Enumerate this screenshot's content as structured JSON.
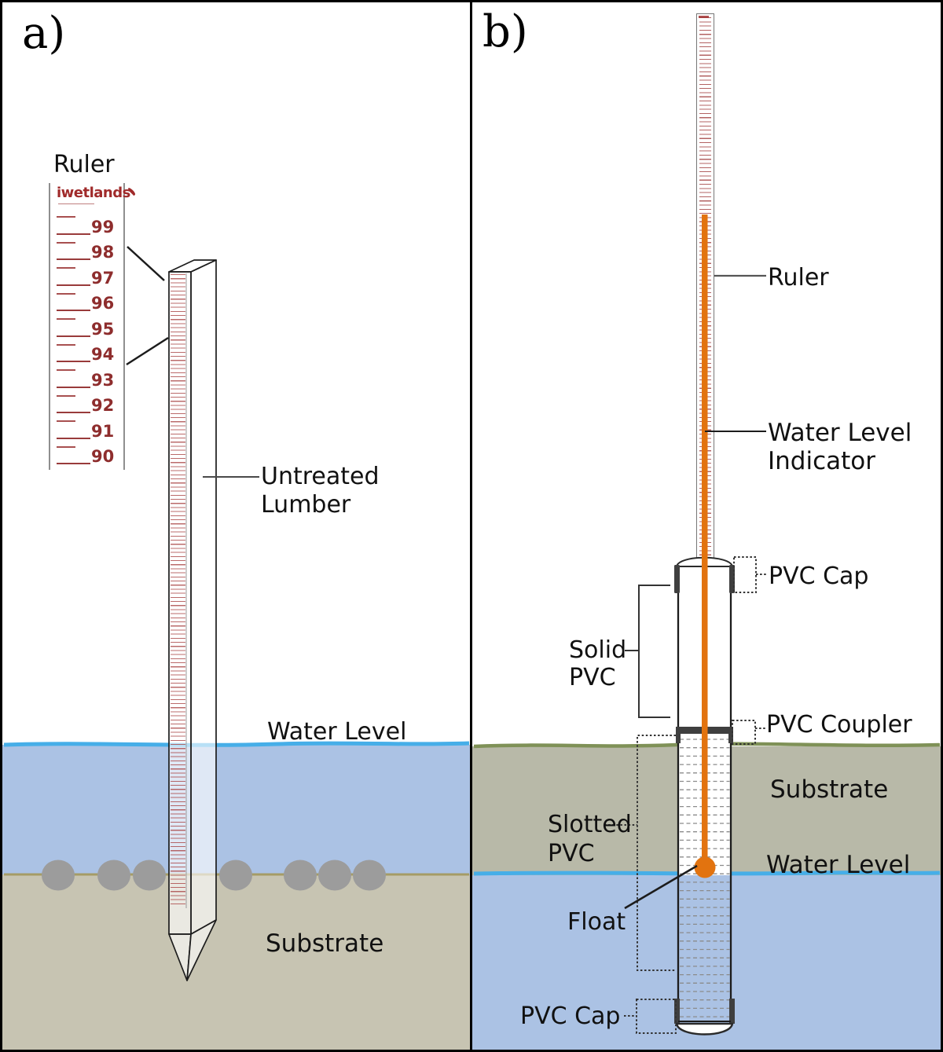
{
  "panel_a": {
    "label": "a)",
    "ruler_label": "Ruler",
    "ruler_brand": "iwetlands",
    "ruler_numbers": [
      99,
      98,
      97,
      96,
      95,
      94,
      93,
      92,
      91,
      90
    ],
    "lumber_label": [
      "Untreated",
      "Lumber"
    ],
    "water_level_label": "Water Level",
    "substrate_label": "Substrate"
  },
  "panel_b": {
    "label": "b)",
    "ruler_label": "Ruler",
    "indicator_label": [
      "Water Level",
      "Indicator"
    ],
    "pvc_cap_top_label": "PVC Cap",
    "solid_pvc_label": [
      "Solid",
      "PVC"
    ],
    "pvc_coupler_label": "PVC Coupler",
    "substrate_label": "Substrate",
    "slotted_pvc_label": [
      "Slotted",
      "PVC"
    ],
    "water_level_label": "Water Level",
    "float_label": "Float",
    "pvc_cap_bottom_label": "PVC Cap"
  },
  "colors": {
    "water": "#abc2e4",
    "water_line": "#46aee8",
    "substrate_a": "#c7c4b2",
    "substrate_line_a": "#a59c66",
    "substrate_b": "#b8b9a8",
    "substrate_line_b": "#7f9157",
    "orange_indicator": "#e2730f",
    "ruler_red": "#9b3333",
    "pebble_gray": "#9c9c9c"
  }
}
